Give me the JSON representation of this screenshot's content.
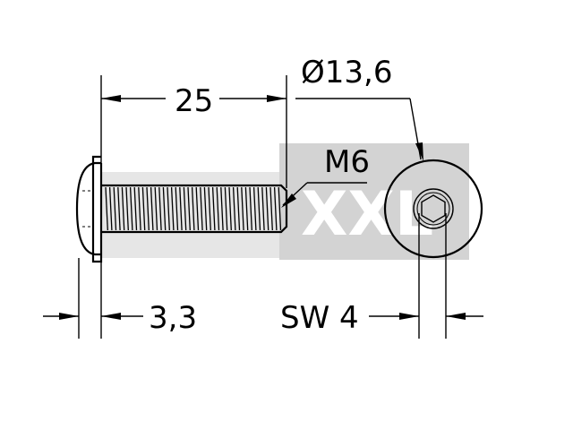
{
  "dimensions": {
    "length": "25",
    "head_diameter": "Ø13,6",
    "thread": "M6",
    "head_height": "3,3",
    "socket": "SW 4"
  },
  "watermark": {
    "text": "XXL",
    "color": "#d0d0d0"
  },
  "colors": {
    "line": "#000000",
    "background": "#ffffff"
  }
}
